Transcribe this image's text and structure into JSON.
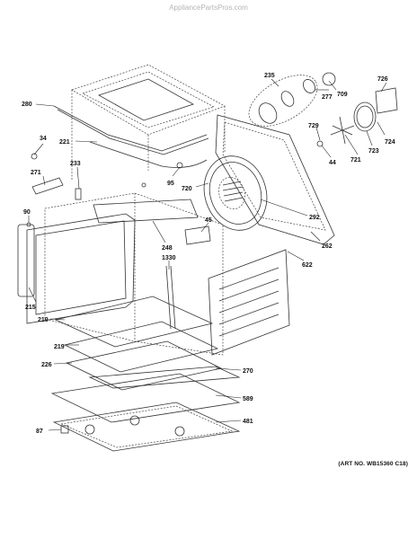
{
  "watermark": "AppliancePartsPros.com",
  "art_number": "(ART NO. WB15360 C18)",
  "callouts": [
    {
      "id": "280",
      "label": "280"
    },
    {
      "id": "34",
      "label": "34"
    },
    {
      "id": "221",
      "label": "221"
    },
    {
      "id": "271",
      "label": "271"
    },
    {
      "id": "233",
      "label": "233"
    },
    {
      "id": "90",
      "label": "90"
    },
    {
      "id": "95",
      "label": "95"
    },
    {
      "id": "235",
      "label": "235"
    },
    {
      "id": "277",
      "label": "277"
    },
    {
      "id": "709",
      "label": "709"
    },
    {
      "id": "726",
      "label": "726"
    },
    {
      "id": "729",
      "label": "729"
    },
    {
      "id": "724",
      "label": "724"
    },
    {
      "id": "723",
      "label": "723"
    },
    {
      "id": "721",
      "label": "721"
    },
    {
      "id": "44",
      "label": "44"
    },
    {
      "id": "720",
      "label": "720"
    },
    {
      "id": "292",
      "label": "292"
    },
    {
      "id": "45",
      "label": "45"
    },
    {
      "id": "262",
      "label": "262"
    },
    {
      "id": "248",
      "label": "248"
    },
    {
      "id": "1330",
      "label": "1330"
    },
    {
      "id": "622",
      "label": "622"
    },
    {
      "id": "215",
      "label": "215"
    },
    {
      "id": "210",
      "label": "210"
    },
    {
      "id": "219",
      "label": "219"
    },
    {
      "id": "226",
      "label": "226"
    },
    {
      "id": "270",
      "label": "270"
    },
    {
      "id": "589",
      "label": "589"
    },
    {
      "id": "481",
      "label": "481"
    },
    {
      "id": "87",
      "label": "87"
    }
  ]
}
